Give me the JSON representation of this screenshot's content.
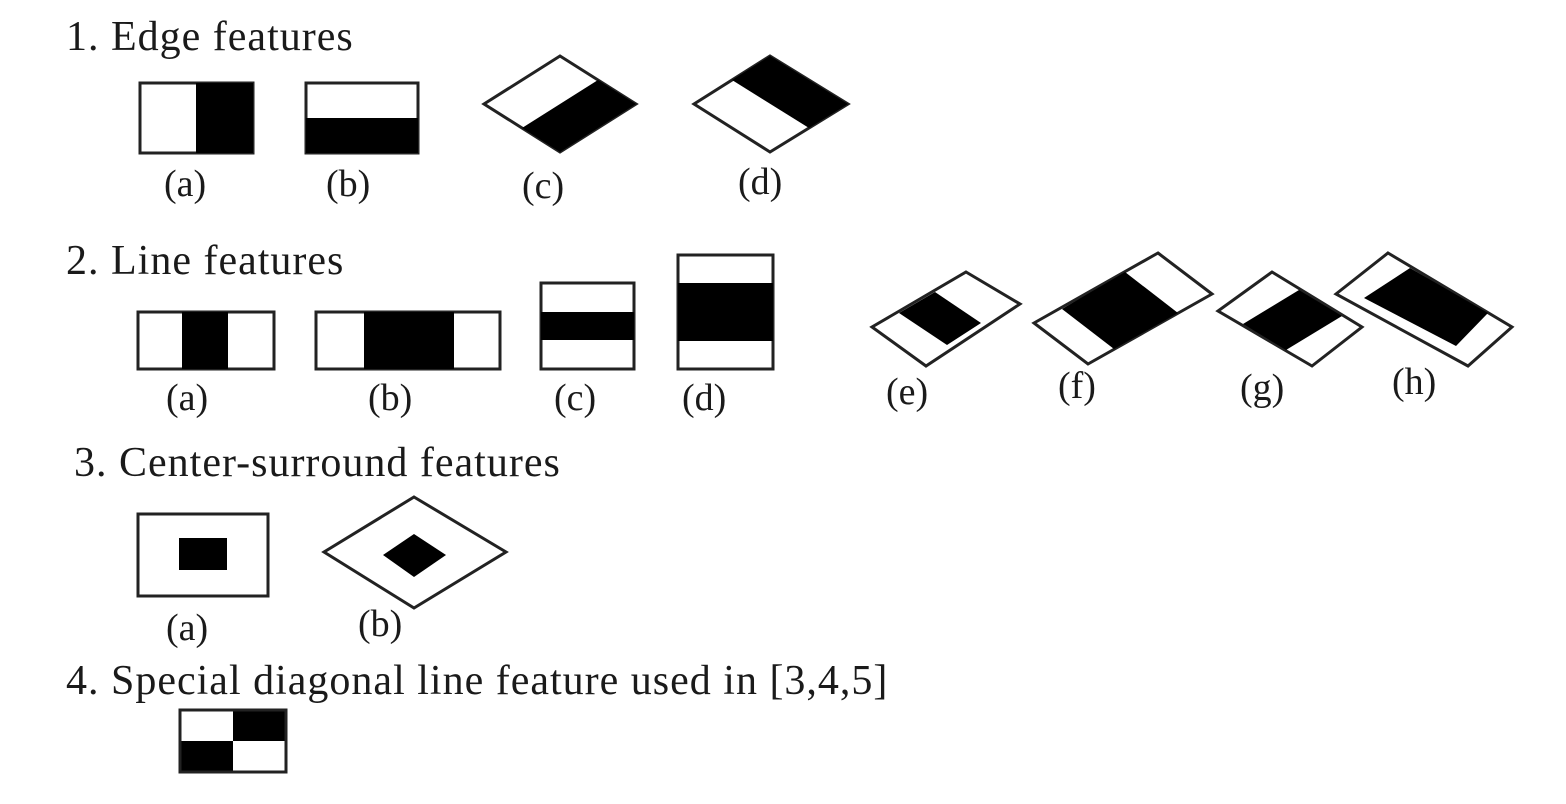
{
  "sections": [
    {
      "heading": "1. Edge features",
      "features": [
        {
          "label": "(a)",
          "shape": "rect",
          "pattern": "two-vertical-halves"
        },
        {
          "label": "(b)",
          "shape": "rect",
          "pattern": "two-horizontal-halves"
        },
        {
          "label": "(c)",
          "shape": "diamond",
          "pattern": "two-halves-rotated-45"
        },
        {
          "label": "(d)",
          "shape": "diamond",
          "pattern": "two-halves-rotated-45"
        }
      ]
    },
    {
      "heading": "2. Line features",
      "features": [
        {
          "label": "(a)",
          "shape": "rect",
          "pattern": "three-vertical-bands"
        },
        {
          "label": "(b)",
          "shape": "rect",
          "pattern": "four-vertical-bands-wide-center"
        },
        {
          "label": "(c)",
          "shape": "rect",
          "pattern": "three-horizontal-bands"
        },
        {
          "label": "(d)",
          "shape": "rect",
          "pattern": "four-horizontal-bands-wide-center"
        },
        {
          "label": "(e)",
          "shape": "diamond",
          "pattern": "three-bands-rotated-45"
        },
        {
          "label": "(f)",
          "shape": "diamond",
          "pattern": "four-bands-rotated-45"
        },
        {
          "label": "(g)",
          "shape": "diamond",
          "pattern": "three-bands-rotated-45"
        },
        {
          "label": "(h)",
          "shape": "diamond",
          "pattern": "four-bands-rotated-45"
        }
      ]
    },
    {
      "heading": "3. Center-surround features",
      "features": [
        {
          "label": "(a)",
          "shape": "rect",
          "pattern": "center-surround"
        },
        {
          "label": "(b)",
          "shape": "diamond",
          "pattern": "center-surround-rotated-45"
        }
      ]
    },
    {
      "heading": "4. Special diagonal line feature used in [3,4,5]",
      "features": [
        {
          "label": "",
          "shape": "rect",
          "pattern": "checkerboard-2x2"
        }
      ]
    }
  ],
  "colors": {
    "dark": "#000000",
    "light": "#ffffff",
    "stroke": "#222222",
    "text": "#1a1a1a"
  }
}
